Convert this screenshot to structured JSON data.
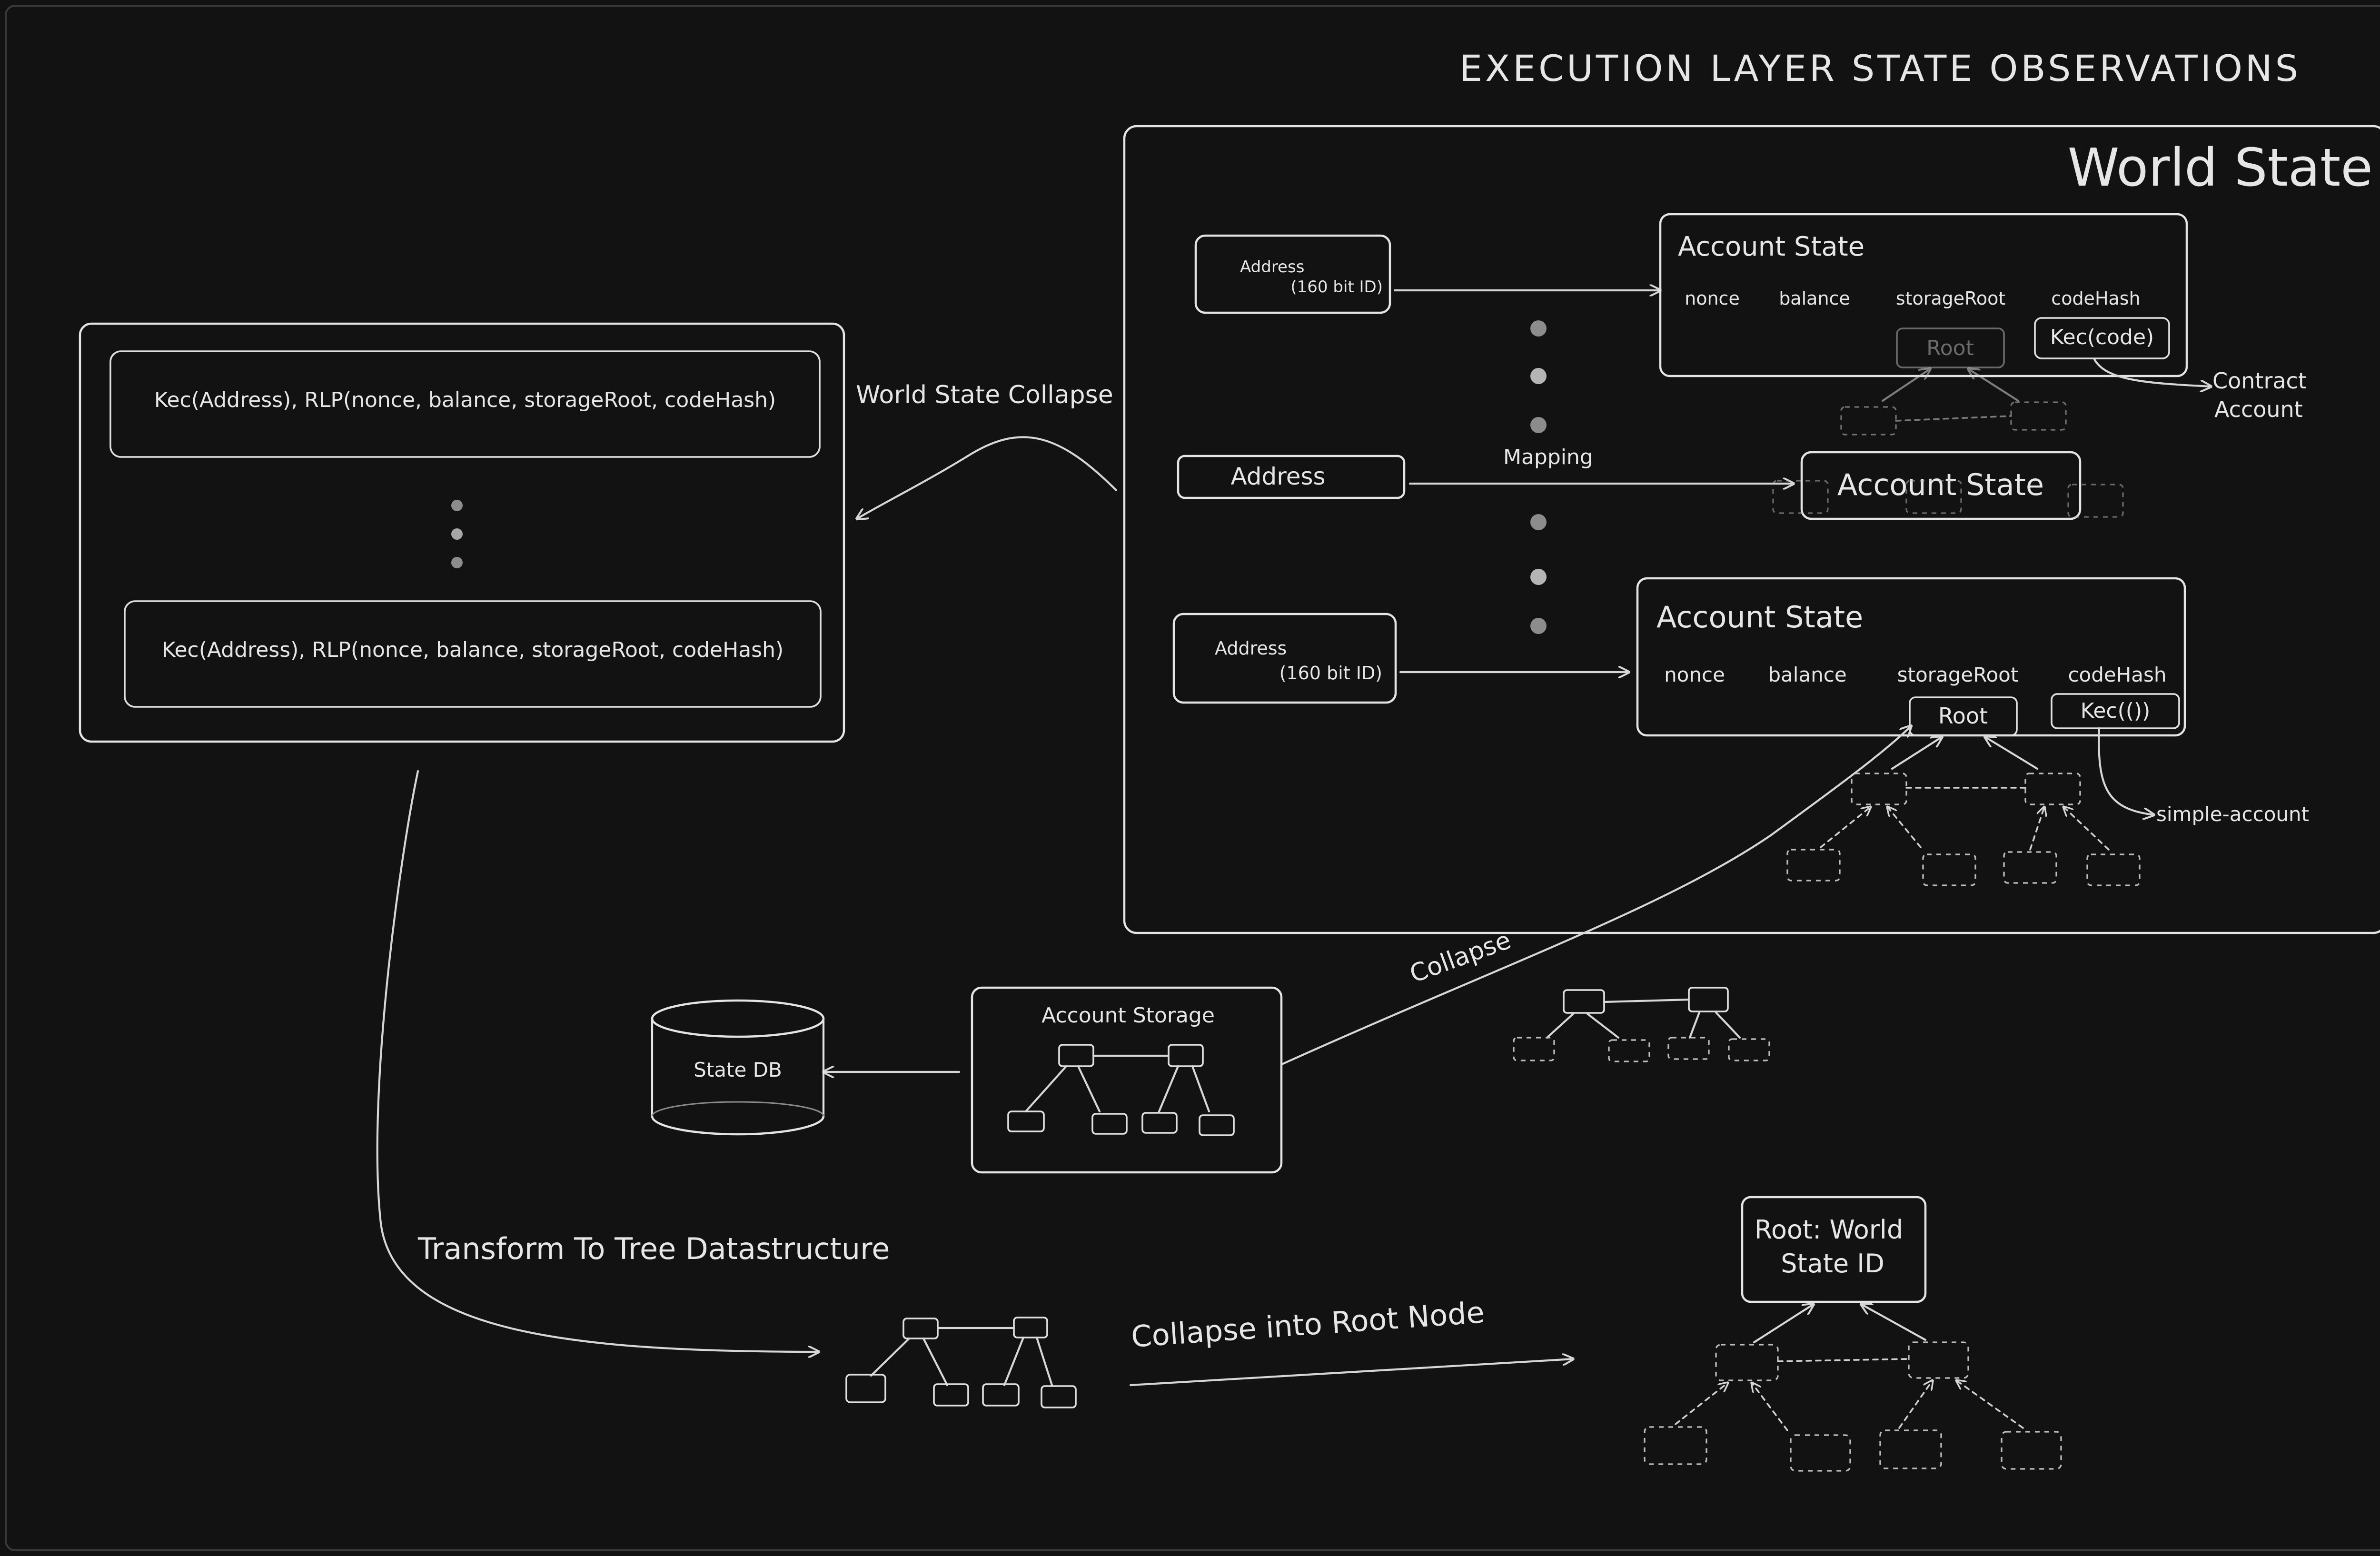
{
  "title": "EXECUTION LAYER  STATE OBSERVATIONS",
  "world_state": {
    "title": "World State",
    "address_top": {
      "label": "Address",
      "sub": "(160 bit ID)"
    },
    "address_mid": {
      "label": "Address"
    },
    "address_bottom": {
      "label": "Address",
      "sub": "(160 bit ID)"
    },
    "mapping_label": "Mapping",
    "account_top": {
      "title": "Account State",
      "fields": [
        "nonce",
        "balance",
        "storageRoot",
        "codeHash"
      ],
      "root_label": "Root",
      "hash_label": "Kec(code)",
      "annotation": "Contract\nAccount"
    },
    "account_mid": {
      "title": "Account State"
    },
    "account_bottom": {
      "title": "Account State",
      "fields": [
        "nonce",
        "balance",
        "storageRoot",
        "codeHash"
      ],
      "root_label": "Root",
      "hash_label": "Kec(())",
      "annotation": "simple-account"
    }
  },
  "collapsed_list": {
    "row_1": "Kec(Address), RLP(nonce, balance, storageRoot, codeHash)",
    "row_2": "Kec(Address), RLP(nonce, balance, storageRoot, codeHash)"
  },
  "world_state_collapse_label": "World State Collapse",
  "collapse_label": "Collapse",
  "account_storage": {
    "title": "Account Storage"
  },
  "state_db": {
    "label": "State DB"
  },
  "transform_label": "Transform To Tree Datastructure",
  "collapse_root_label": "Collapse into Root Node",
  "root_node": {
    "line1": "Root: World",
    "line2": "State ID"
  },
  "colors": {
    "background": "#121212",
    "stroke": "#e4e4e4",
    "dim": "#6a6a6a"
  }
}
